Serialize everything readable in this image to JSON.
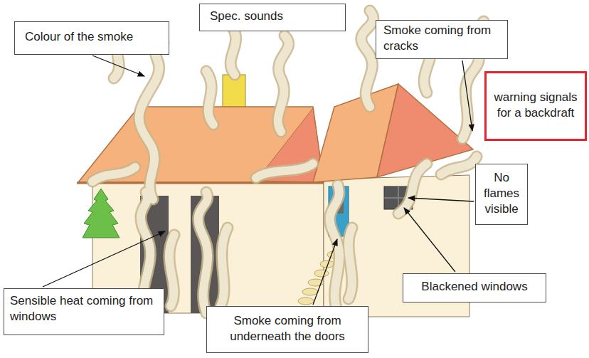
{
  "diagram": {
    "nodes": [
      {
        "text": [
          "Colour of the smoke"
        ]
      },
      {
        "text": [
          "Spec. sounds"
        ]
      },
      {
        "text": [
          "Smoke coming from cracks"
        ]
      },
      {
        "text": [
          "warning signals for a backdraft"
        ]
      },
      {
        "text": [
          "No flames visible"
        ]
      },
      {
        "text": [
          "Blackened windows"
        ]
      },
      {
        "text": [
          "Sensible heat coming from windows"
        ]
      },
      {
        "text": [
          "Smoke coming from underneath the doors"
        ]
      }
    ]
  }
}
